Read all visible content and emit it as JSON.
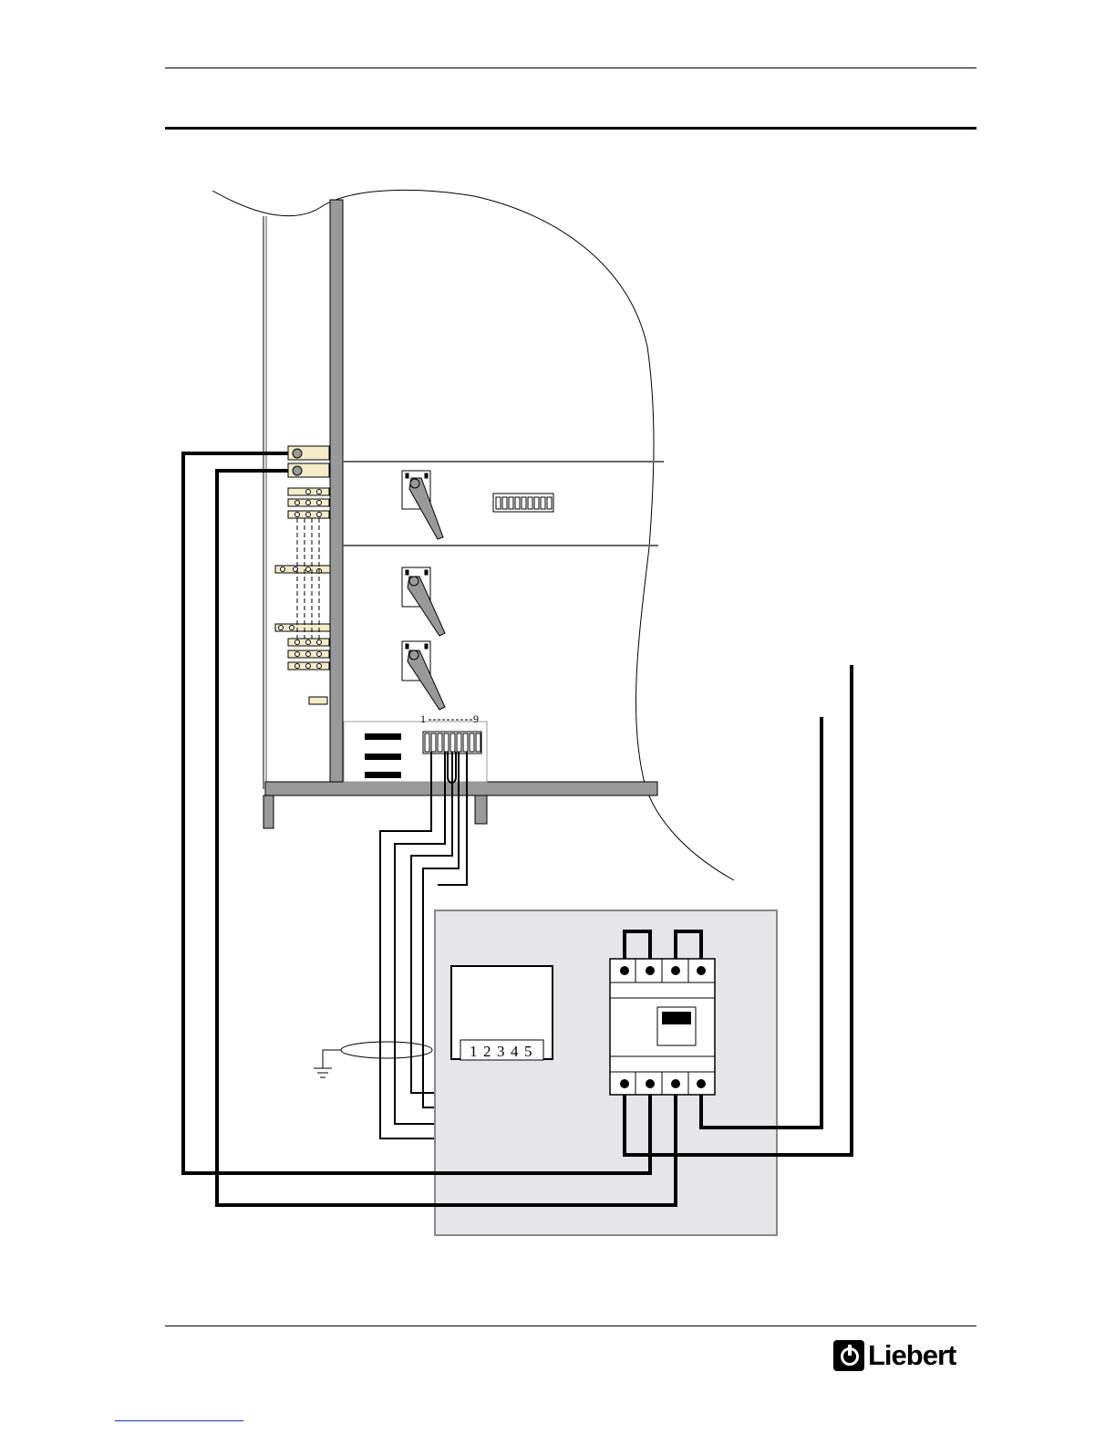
{
  "diagram": {
    "terminal_range_label": "1-------9",
    "terminal_start": "1",
    "terminal_end": "9",
    "rcd_terminal_labels": [
      "1",
      "2",
      "3",
      "4",
      "5"
    ]
  },
  "footer": {
    "logo_text": "Liebert"
  },
  "colors": {
    "panel_fill": "#e6e6e8",
    "panel_border": "#888888",
    "wire": "#000000",
    "busbar_fill": "#f3ecc8"
  }
}
